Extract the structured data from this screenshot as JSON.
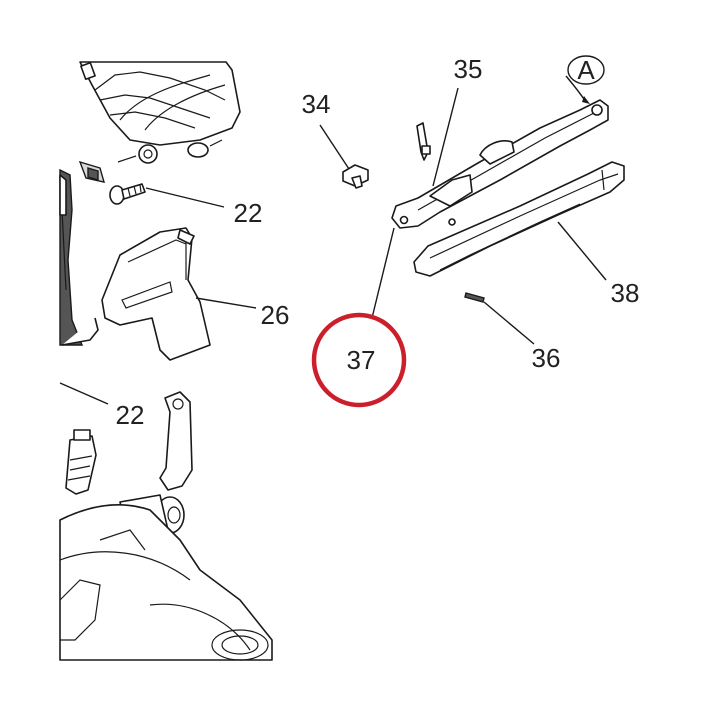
{
  "diagram": {
    "labels": {
      "p34": "34",
      "p35": "35",
      "pA": "A",
      "p22a": "22",
      "p26": "26",
      "p38": "38",
      "p37": "37",
      "p36": "36",
      "p22b": "22"
    },
    "highlight": {
      "part": "37",
      "color": "#cc1f2c"
    }
  }
}
